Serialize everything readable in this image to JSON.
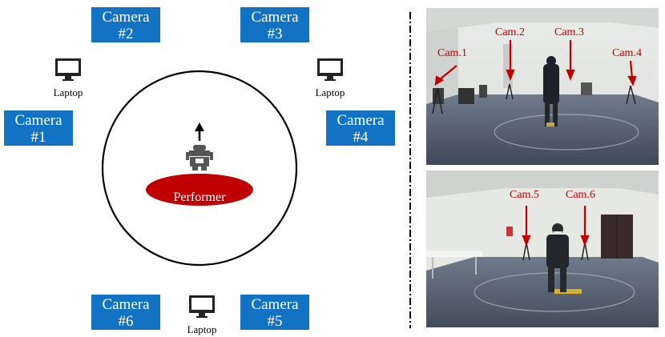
{
  "cameras": [
    {
      "line1": "Camera",
      "line2": "#1"
    },
    {
      "line1": "Camera",
      "line2": "#2"
    },
    {
      "line1": "Camera",
      "line2": "#3"
    },
    {
      "line1": "Camera",
      "line2": "#4"
    },
    {
      "line1": "Camera",
      "line2": "#5"
    },
    {
      "line1": "Camera",
      "line2": "#6"
    }
  ],
  "laptops": [
    "Laptop",
    "Laptop",
    "Laptop"
  ],
  "performer_label": "Performer",
  "photo_top_labels": [
    "Cam.1",
    "Cam.2",
    "Cam.3",
    "Cam.4"
  ],
  "photo_bottom_labels": [
    "Cam.5",
    "Cam.6"
  ],
  "colors": {
    "camera_box": "#1272c4",
    "performer": "#c00000",
    "label_red": "#c00000"
  }
}
